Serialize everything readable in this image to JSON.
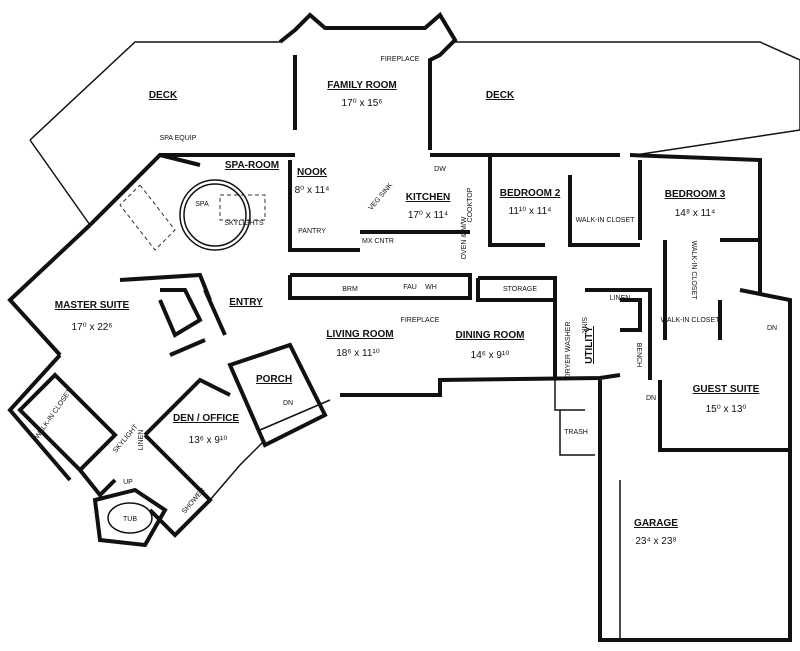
{
  "rooms": {
    "deck_left": {
      "name": "DECK"
    },
    "family_room": {
      "name": "FAMILY ROOM",
      "dims": "17⁰ x 15⁶"
    },
    "fireplace_family": {
      "name": "FIREPLACE"
    },
    "deck_right": {
      "name": "DECK"
    },
    "spa_equip": {
      "name": "SPA EQUIP"
    },
    "spa_room": {
      "name": "SPA-ROOM"
    },
    "spa": {
      "name": "SPA"
    },
    "skylights": {
      "name": "SKYLIGHTS"
    },
    "nook": {
      "name": "NOOK",
      "dims": "8⁰ x 11⁴"
    },
    "pantry": {
      "name": "PANTRY"
    },
    "veg_sink": {
      "name": "VEG SINK"
    },
    "kitchen": {
      "name": "KITCHEN",
      "dims": "17⁰ x 11⁴"
    },
    "dw": {
      "name": "DW"
    },
    "cooktop": {
      "name": "COOKTOP"
    },
    "oven": {
      "name": "OVEN & M/W"
    },
    "mx_cntr": {
      "name": "MX CNTR"
    },
    "bedroom2": {
      "name": "BEDROOM 2",
      "dims": "11¹⁰ x 11⁴"
    },
    "walkin_closet_b2": {
      "name": "WALK-IN CLOSET"
    },
    "bedroom3": {
      "name": "BEDROOM 3",
      "dims": "14⁸ x 11⁴"
    },
    "brm": {
      "name": "BRM"
    },
    "fau": {
      "name": "FAU"
    },
    "wh": {
      "name": "WH"
    },
    "fireplace_living": {
      "name": "FIREPLACE"
    },
    "storage": {
      "name": "STORAGE"
    },
    "linen_hall": {
      "name": "LINEN"
    },
    "walkin_closet_b3": {
      "name": "WALK-IN CLOSET"
    },
    "walkin_closet_guest": {
      "name": "WALK-IN CLOSET"
    },
    "dn_guest": {
      "name": "DN"
    },
    "master_suite": {
      "name": "MASTER SUITE",
      "dims": "17⁰ x 22⁶"
    },
    "entry": {
      "name": "ENTRY"
    },
    "living_room": {
      "name": "LIVING ROOM",
      "dims": "18⁶ x 11¹⁰"
    },
    "dining_room": {
      "name": "DINING ROOM",
      "dims": "14⁶ x 9¹⁰"
    },
    "dryer_washer": {
      "name": "DRYER WASHER"
    },
    "sink": {
      "name": "SINK"
    },
    "utility": {
      "name": "UTILITY"
    },
    "bench": {
      "name": "BENCH"
    },
    "porch": {
      "name": "PORCH"
    },
    "dn_porch": {
      "name": "DN"
    },
    "dn_garage": {
      "name": "DN"
    },
    "guest_suite": {
      "name": "GUEST SUITE",
      "dims": "15⁰ x 13⁰"
    },
    "trash": {
      "name": "TRASH"
    },
    "den_office": {
      "name": "DEN / OFFICE",
      "dims": "13⁶ x 9¹⁰"
    },
    "walkin_closet_master": {
      "name": "WALK-IN CLOSET"
    },
    "skylight": {
      "name": "SKYLIGHT"
    },
    "linen_master": {
      "name": "LINEN"
    },
    "up": {
      "name": "UP"
    },
    "tub": {
      "name": "TUB"
    },
    "shower": {
      "name": "SHOWER"
    },
    "garage": {
      "name": "GARAGE",
      "dims": "23⁴ x 23⁸"
    }
  }
}
